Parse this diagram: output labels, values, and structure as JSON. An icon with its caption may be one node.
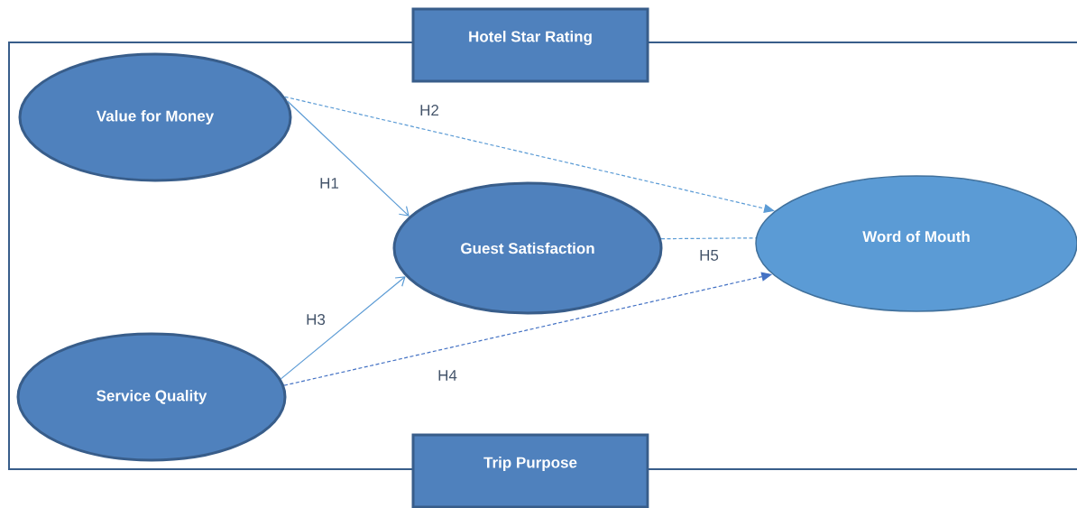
{
  "diagram": {
    "nodes": [
      {
        "text": [
          "Hotel Star Rating"
        ]
      },
      {
        "text": [
          "Value for Money"
        ]
      },
      {
        "text": [
          "Guest Satisfaction"
        ]
      },
      {
        "text": [
          "Word of Mouth"
        ]
      },
      {
        "text": [
          "Service Quality"
        ]
      },
      {
        "text": [
          "Trip Purpose"
        ]
      }
    ],
    "edges": [
      {
        "from": 1,
        "to": 2,
        "arrow": "to",
        "label": "H1"
      },
      {
        "from": 1,
        "to": 3,
        "arrow": "to",
        "label": "H2",
        "style": "dashed"
      },
      {
        "from": 4,
        "to": 2,
        "arrow": "to",
        "label": "H3"
      },
      {
        "from": 4,
        "to": 3,
        "arrow": "to",
        "label": "H4",
        "style": "dashed",
        "color": "#4472c4"
      },
      {
        "from": 2,
        "to": 3,
        "arrow": "none",
        "label": "H5",
        "style": "dashed"
      }
    ]
  }
}
